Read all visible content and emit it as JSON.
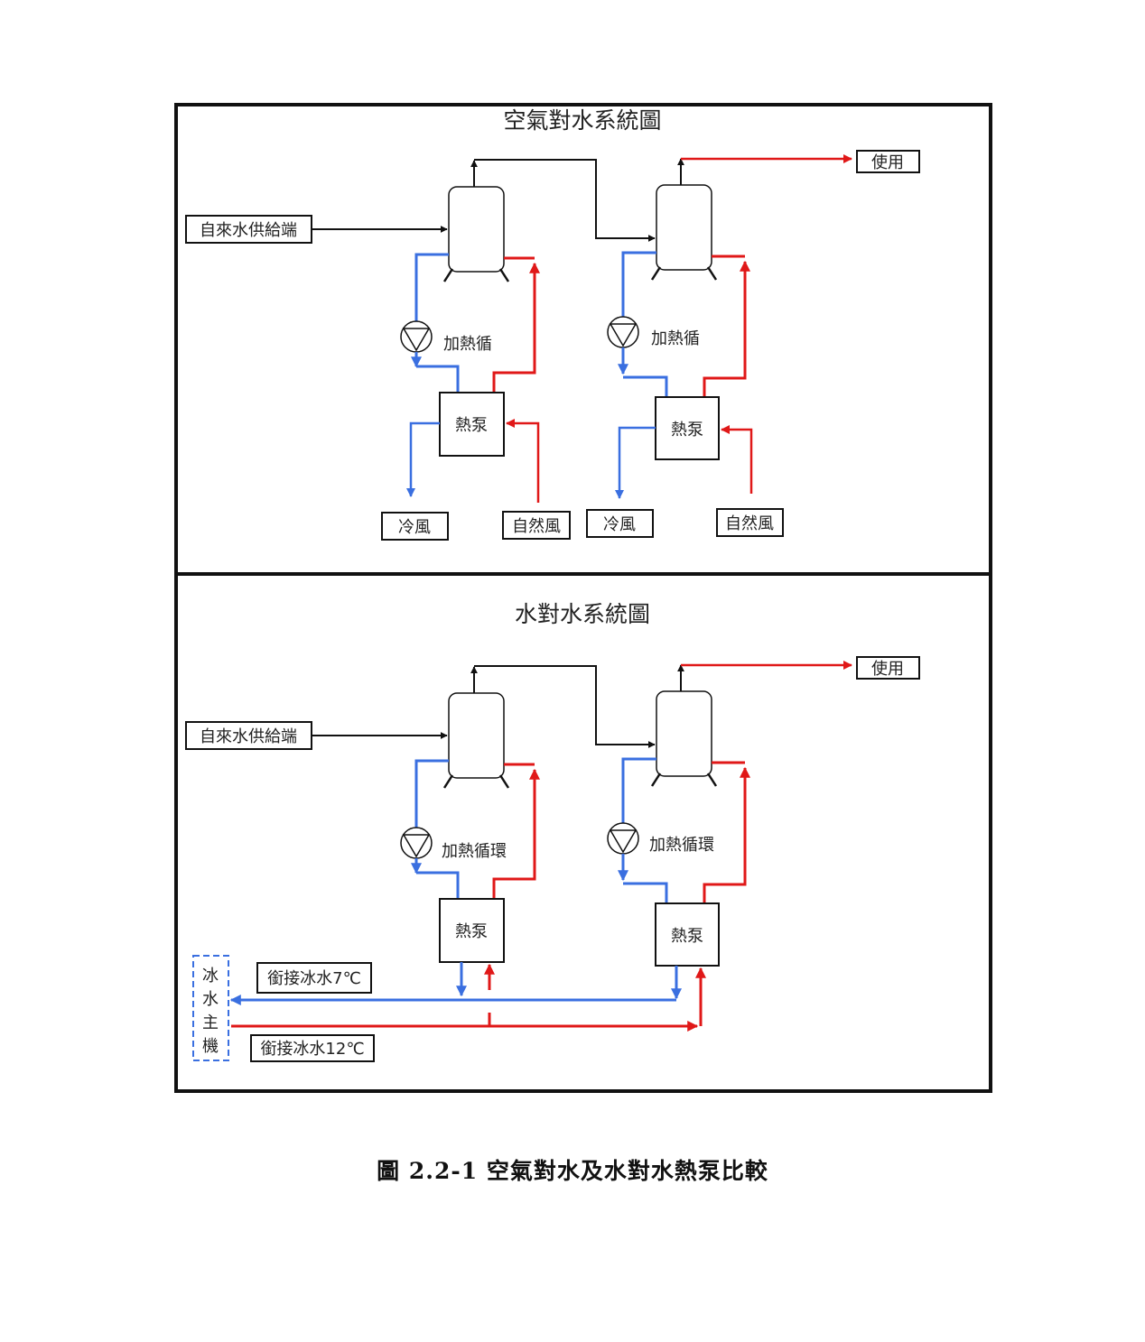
{
  "colors": {
    "cold": "#3a6fe0",
    "hot": "#e01818",
    "supply": "#111111",
    "border": "#111111"
  },
  "panels": {
    "top": {
      "title": "空氣對水系統圖",
      "supply_label": "自來水供給端",
      "use_label": "使用",
      "loop_label_1": "加熱循",
      "loop_label_2": "加熱循",
      "heat_pump_label": "熱泵",
      "cold_air_label": "冷風",
      "natural_air_label": "自然風"
    },
    "bottom": {
      "title": "水對水系統圖",
      "supply_label": "自來水供給端",
      "use_label": "使用",
      "loop_label": "加熱循環",
      "heat_pump_label": "熱泵",
      "chiller_chars": [
        "冰",
        "水",
        "主",
        "機"
      ],
      "chilled_7_label": "銜接冰水7℃",
      "chilled_12_label": "銜接冰水12℃"
    }
  },
  "caption": "圖 2.2-1  空氣對水及水對水熱泵比較"
}
